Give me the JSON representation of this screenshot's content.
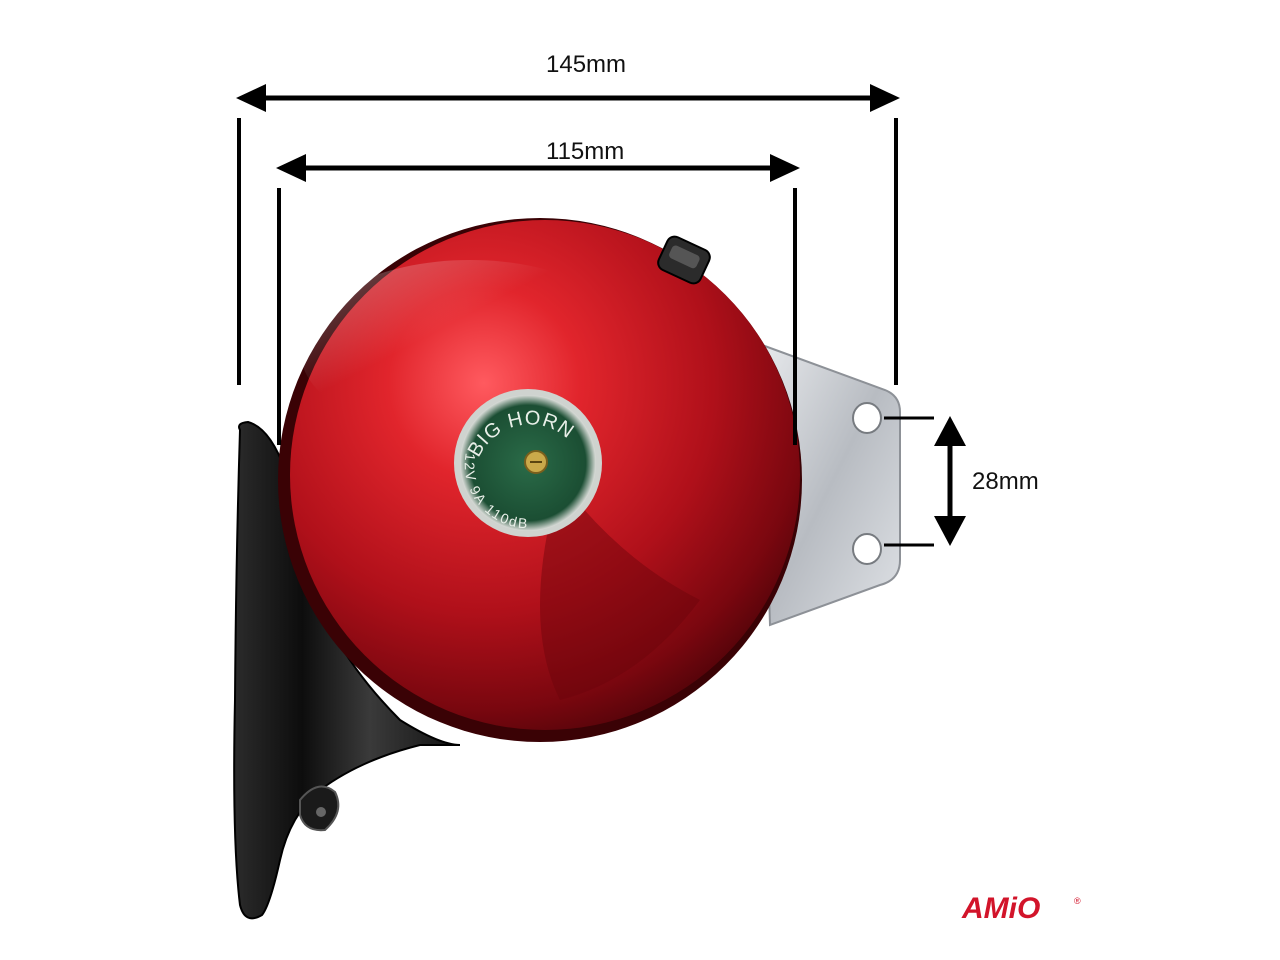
{
  "dimensions": {
    "overall_width": "145mm",
    "bell_diameter": "115mm",
    "hole_spacing": "28mm"
  },
  "badge": {
    "brand": "BIG HORN",
    "specs": "12V  9A  110dB"
  },
  "logo": {
    "text": "AMiO",
    "registered": "®",
    "color": "#d2142a"
  },
  "colors": {
    "bell": "#c0141c",
    "badge": "#1f5a3a",
    "horn_body": "#141414",
    "bracket": "#c9ccd0"
  },
  "icon": "car-horn-product-icon"
}
